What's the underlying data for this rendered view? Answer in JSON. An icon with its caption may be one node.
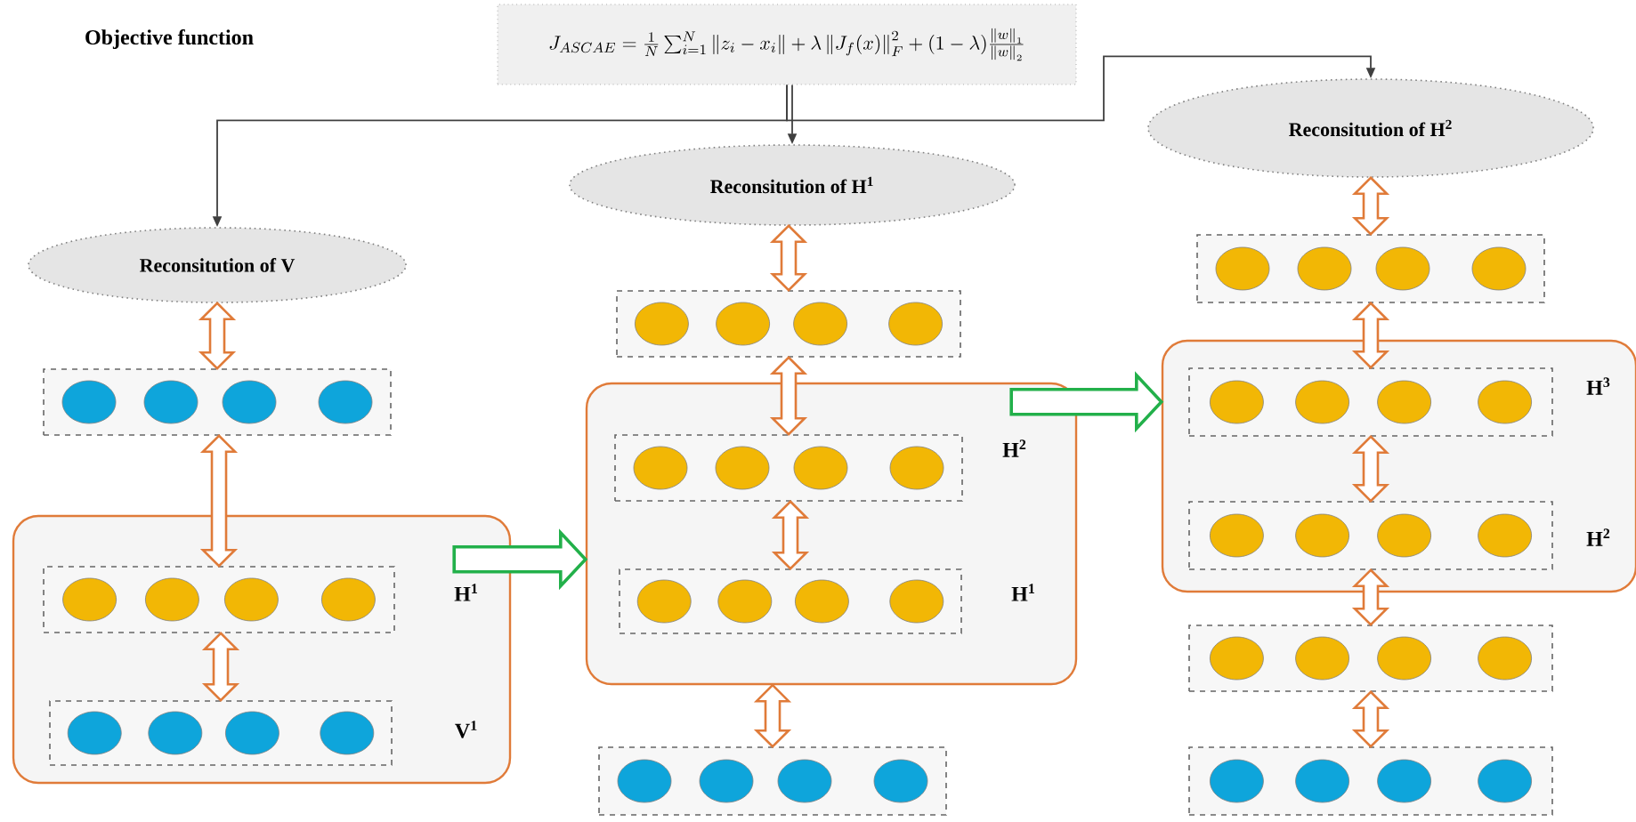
{
  "diagram": {
    "title": "Objective function",
    "nodes": [
      {
        "text": [
          "J_{ASCAE}=\\frac{1}{N}\\sum_{i=1}^{N}\\left\\|z_i-x_i\\right\\|+\\lambda\\left\\|J_f(x)\\right\\|_F^2+(1-\\lambda)\\frac{\\left\\|w\\right\\|_1}{\\left\\|w\\right\\|_2}"
        ]
      },
      {
        "text": [
          "Reconsitution of V"
        ]
      },
      {
        "text": [],
        "shape": "box"
      },
      {
        "text": [],
        "shape": "box"
      },
      {
        "text": [],
        "shape": "box",
        "in": 3,
        "beside": [
          "H$^{1}$"
        ]
      },
      {
        "text": [],
        "shape": "box",
        "in": 3,
        "beside": [
          "V$^{1}$"
        ]
      },
      {
        "text": [
          "Reconsitution of H$^{1}$"
        ]
      },
      {
        "text": [],
        "shape": "box"
      },
      {
        "text": [],
        "shape": "box"
      },
      {
        "text": [],
        "shape": "box",
        "in": 8,
        "beside": [
          "H$^{2}$"
        ]
      },
      {
        "text": [],
        "shape": "box",
        "in": 8,
        "beside": [
          "H$^{1}$"
        ]
      },
      {
        "text": [],
        "shape": "box"
      },
      {
        "text": [
          "Reconsitution of H$^{2}$"
        ]
      },
      {
        "text": [],
        "shape": "box"
      },
      {
        "text": [],
        "shape": "box"
      },
      {
        "text": [],
        "shape": "box",
        "in": 14,
        "beside": [
          "H$^{3}$"
        ]
      },
      {
        "text": [],
        "shape": "box",
        "in": 14,
        "beside": [
          "H$^{2}$"
        ]
      },
      {
        "text": [],
        "shape": "box"
      },
      {
        "text": [],
        "shape": "box"
      }
    ],
    "edges": [
      {
        "from": 0,
        "to": 1,
        "arrow": "to",
        "color": "#404040"
      },
      {
        "from": 0,
        "to": 6,
        "arrow": "to",
        "color": "#404040"
      },
      {
        "from": 0,
        "to": 12,
        "arrow": "to",
        "color": "#404040"
      },
      {
        "from": 1,
        "to": 2,
        "arrow": "both",
        "style": "thick"
      },
      {
        "from": 2,
        "to": 4,
        "arrow": "both",
        "style": "thick"
      },
      {
        "from": 4,
        "to": 5,
        "arrow": "both",
        "style": "thick"
      },
      {
        "from": 6,
        "to": 7,
        "arrow": "both",
        "style": "thick"
      },
      {
        "from": 7,
        "to": 9,
        "arrow": "both",
        "style": "thick"
      },
      {
        "from": 9,
        "to": 10,
        "arrow": "both",
        "style": "thick"
      },
      {
        "from": 8,
        "to": 11,
        "arrow": "both",
        "style": "thick"
      },
      {
        "from": 12,
        "to": 13,
        "arrow": "both",
        "style": "thick"
      },
      {
        "from": 13,
        "to": 15,
        "arrow": "both",
        "style": "thick"
      },
      {
        "from": 15,
        "to": 16,
        "arrow": "both",
        "style": "thick"
      },
      {
        "from": 16,
        "to": 17,
        "arrow": "both",
        "style": "thick"
      },
      {
        "from": 17,
        "to": 18,
        "arrow": "both",
        "style": "thick"
      },
      {
        "from": 3,
        "to": 8,
        "arrow": "to",
        "style": "thick",
        "color": "#22b04a"
      },
      {
        "from": 8,
        "to": 14,
        "arrow": "to",
        "style": "thick",
        "color": "#22b04a"
      }
    ]
  }
}
